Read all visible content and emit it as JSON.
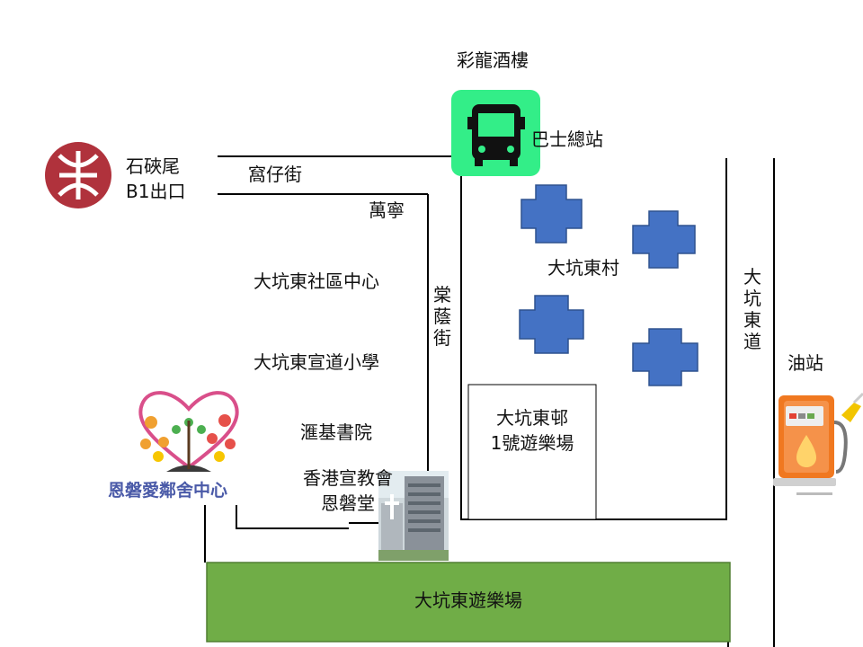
{
  "labels": {
    "restaurant": "彩龍酒樓",
    "bus_terminus": "巴士總站",
    "mtr_station": "石硤尾",
    "mtr_exit": "B1出口",
    "wo_tsai_street": "窩仔街",
    "man_ning": "萬寧",
    "community_centre": "大坑東社區中心",
    "tong_yam_street": "棠蔭街",
    "estate": "大坑東村",
    "tai_hang_tung_road": "大坑東道",
    "petrol_station": "油站",
    "primary_school": "大坑東宣道小學",
    "playground_1_line1": "大坑東邨",
    "playground_1_line2": "1號遊樂場",
    "college": "滙基書院",
    "church_line1": "香港宣教會",
    "church_line2": "恩磐堂",
    "centre_logo": "恩磐愛鄰舍中心",
    "main_playground": "大坑東遊樂場"
  },
  "colors": {
    "bus_icon_bg": "#33ee88",
    "building_blue": "#4472c4",
    "building_border": "#2f528f",
    "park_green": "#70ad47",
    "park_border": "#507e32",
    "mtr_red": "#b0323c",
    "petrol_orange": "#f07820",
    "road_line": "#000000"
  },
  "icons": [
    "mtr-logo-icon",
    "bus-icon",
    "fuel-pump-icon",
    "tree-heart-logo-icon",
    "church-photo-icon",
    "cross-building-icon"
  ]
}
